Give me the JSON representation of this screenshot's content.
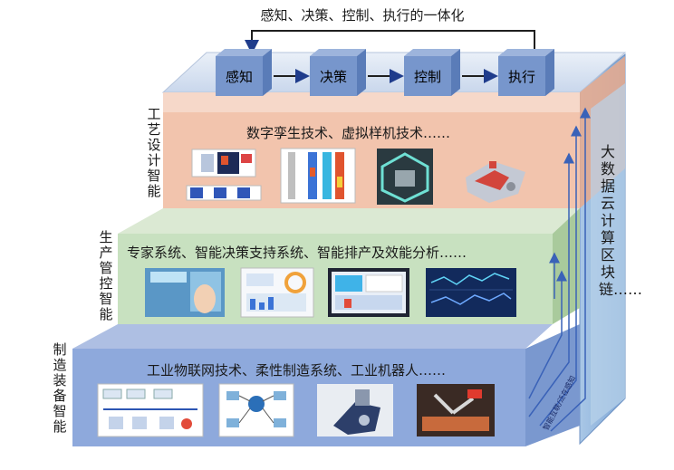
{
  "top_title": "感知、决策、控制、执行的一体化",
  "process_boxes": [
    "感知",
    "决策",
    "控制",
    "执行"
  ],
  "tiers": {
    "top": {
      "side_label": "工艺设计智能",
      "text": "数字孪生技术、虚拟样机技术……",
      "face_color": "#f2c4ad",
      "image_icons": [
        "ui-panels-icon",
        "heatmap-columns-icon",
        "hexagon-model-icon",
        "machine-model-icon"
      ]
    },
    "middle": {
      "side_label": "生产管控智能",
      "text": "专家系统、智能决策支持系统、智能排产及效能分析……",
      "face_color": "#c8e1c0",
      "image_icons": [
        "touch-screen-icon",
        "dashboard-icon",
        "monitor-icon",
        "analytics-screen-icon"
      ]
    },
    "bottom": {
      "side_label": "制造装备智能",
      "text": "工业物联网技术、柔性制造系统、工业机器人……",
      "face_color": "#8ea9dc",
      "image_icons": [
        "iot-diagram-icon",
        "network-diagram-icon",
        "cnc-machine-icon",
        "robot-workshop-icon"
      ]
    }
  },
  "right_column": {
    "label": "大数据云计算区块链……",
    "bottom_text": "智能互联/泛在感知"
  },
  "colors": {
    "box_fill": "#7796cc",
    "top_surface": "#d6e0f2",
    "right_face": "#8fb0d8",
    "arrow": "#1f3c8c"
  }
}
